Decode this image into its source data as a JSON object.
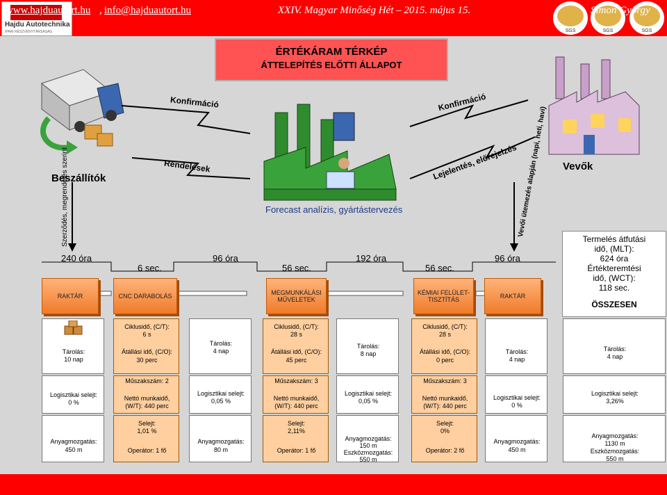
{
  "header": {
    "logo_text": "Hajdu Autotechnika",
    "logo_sub": "IPARI RÉSZVÉNYTÁRSASÁG",
    "certs": [
      "SGS",
      "SGS",
      "SGS"
    ]
  },
  "title": {
    "line1": "ÉRTÉKÁRAM TÉRKÉP",
    "line2": "ÁTTELEPÍTÉS ELŐTTI ÁLLAPOT"
  },
  "flow": {
    "konfirm_left": "Konfirmáció",
    "konfirm_right": "Konfirmáció",
    "rendelesek": "Rendelések",
    "lejelentes": "Lejelentés, előrejelzés",
    "forecast": "Forecast analízis, gyártástervezés",
    "beszallitok": "Beszállítók",
    "vevok": "Vevők",
    "szerzodes": "Szerződés, megrendelés szerint",
    "vevoi": "Vevői ütemezés alapján (napi, heti, havi)"
  },
  "timeline": {
    "t1": "240 óra",
    "t2": "6 sec.",
    "t3": "96 óra",
    "t4": "56 sec.",
    "t5": "192 óra",
    "t6": "56 sec.",
    "t7": "96 óra"
  },
  "processes": [
    "RAKTÁR",
    "CNC DARABOLÁS",
    "MEGMUNKÁLÁSI MŰVELETEK",
    "KÉMIAI FELÜLET- TISZTÍTÁS",
    "RAKTÁR"
  ],
  "summary": {
    "l1": "Termelés átfutási",
    "l2": "idő, (MLT):",
    "l3": "624 óra",
    "l4": "Értékteremtési",
    "l5": "idő, (WCT):",
    "l6": "118 sec.",
    "total": "ÖSSZESEN"
  },
  "inventory": [
    {
      "tarolas": "Tárolás:",
      "nap": "10 nap",
      "selejt_l": "Logisztikai selejt:",
      "selejt": "0 %",
      "anyag_l": "Anyagmozgatás:",
      "anyag": "450 m"
    },
    {
      "tarolas": "Tárolás:",
      "nap": "4 nap",
      "selejt_l": "Logisztikai selejt:",
      "selejt": "0,05 %",
      "anyag_l": "Anyagmozgatás:",
      "anyag": "80 m"
    },
    {
      "tarolas": "Tárolás:",
      "nap": "8 nap",
      "selejt_l": "Logisztikai selejt:",
      "selejt": "0,05 %",
      "anyag_l": "Anyagmozgatás:",
      "anyag": "150 m",
      "eszkoz_l": "Eszközmozgatás:",
      "eszkoz": "550 m"
    },
    {
      "tarolas": "Tárolás:",
      "nap": "4 nap",
      "selejt_l": "Logisztikai selejt:",
      "selejt": "0 %",
      "anyag_l": "Anyagmozgatás:",
      "anyag": "450 m"
    },
    {
      "tarolas": "Tárolás:",
      "nap": "4 nap",
      "selejt_l": "Logisztikai selejt:",
      "selejt": "3,26%",
      "anyag_l": "Anyagmozgatás:",
      "anyag": "1130 m",
      "eszkoz_l": "Eszközmozgatás:",
      "eszkoz": "550 m"
    }
  ],
  "process_data": [
    {
      "ct": "Ciklusidő, (C/T):",
      "ct_v": "6 s",
      "co": "Átállási idő, (C/O):",
      "co_v": "30 perc",
      "shift": "Műszakszám: 2",
      "wt": "Nettó munkaidő,",
      "wt_v": "(W/T): 440 perc",
      "selejt_l": "Selejt:",
      "selejt": "1,01 %",
      "op": "Operátor: 1 fő"
    },
    {
      "ct": "Ciklusidő, (C/T):",
      "ct_v": "28 s",
      "co": "Átállási idő, (C/O):",
      "co_v": "45 perc",
      "shift": "Műszakszám: 3",
      "wt": "Nettó munkaidő,",
      "wt_v": "(W/T): 440 perc",
      "selejt_l": "Selejt:",
      "selejt": "2,11%",
      "op": "Operátor: 1 fő"
    },
    {
      "ct": "Ciklusidő, (C/T):",
      "ct_v": "28 s",
      "co": "Átállási idő, (C/O):",
      "co_v": "0 perc",
      "shift": "Műszakszám: 3",
      "wt": "Nettó munkaidő,",
      "wt_v": "(W/T): 440 perc",
      "selejt_l": "Selejt:",
      "selejt": "0%",
      "op": "Operátor: 2 fő"
    }
  ],
  "footer": {
    "web": "www.hajduautort.hu",
    "email": "info@hajduautort.hu",
    "event": "XXIV. Magyar Minőség Hét – 2015. május 15.",
    "author": "Simon György"
  }
}
